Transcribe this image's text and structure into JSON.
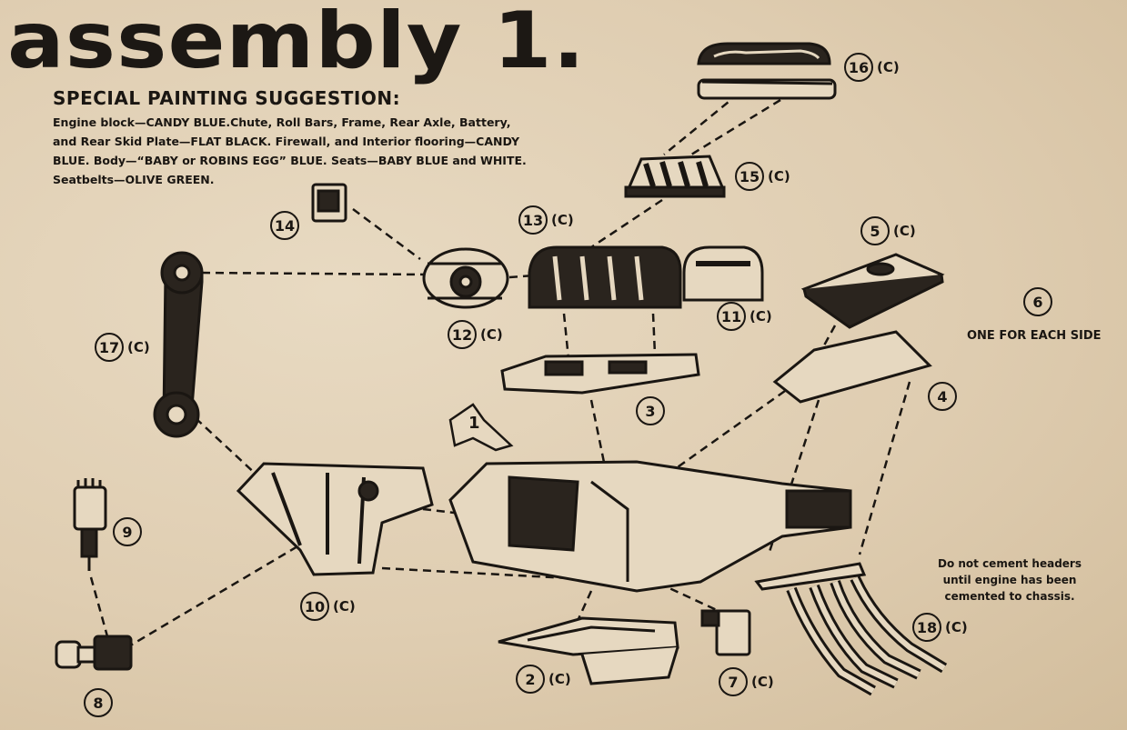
{
  "title": "assembly 1.",
  "painting": {
    "heading": "SPECIAL PAINTING SUGGESTION:",
    "lines": [
      "Engine block—CANDY BLUE.Chute, Roll Bars, Frame, Rear Axle, Battery,",
      "and Rear Skid Plate—FLAT BLACK. Firewall, and Interior flooring—CANDY",
      "BLUE. Body—“BABY or ROBINS EGG” BLUE. Seats—BABY BLUE and WHITE.",
      "Seatbelts—OLIVE GREEN."
    ]
  },
  "one_each_side": "ONE FOR EACH SIDE",
  "header_note": [
    "Do not cement headers",
    "until engine has been",
    "cemented to chassis."
  ],
  "step_hand_number": "1",
  "parts": [
    {
      "num": "2",
      "code": "(C)"
    },
    {
      "num": "3",
      "code": ""
    },
    {
      "num": "4",
      "code": ""
    },
    {
      "num": "5",
      "code": "(C)"
    },
    {
      "num": "6",
      "code": ""
    },
    {
      "num": "7",
      "code": "(C)"
    },
    {
      "num": "8",
      "code": ""
    },
    {
      "num": "9",
      "code": ""
    },
    {
      "num": "10",
      "code": "(C)"
    },
    {
      "num": "11",
      "code": "(C)"
    },
    {
      "num": "12",
      "code": "(C)"
    },
    {
      "num": "13",
      "code": "(C)"
    },
    {
      "num": "14",
      "code": ""
    },
    {
      "num": "15",
      "code": "(C)"
    },
    {
      "num": "16",
      "code": "(C)"
    },
    {
      "num": "17",
      "code": "(C)"
    },
    {
      "num": "18",
      "code": "(C)"
    }
  ],
  "colors": {
    "ink": "#1a1612",
    "paper": "#e2d2b8"
  }
}
